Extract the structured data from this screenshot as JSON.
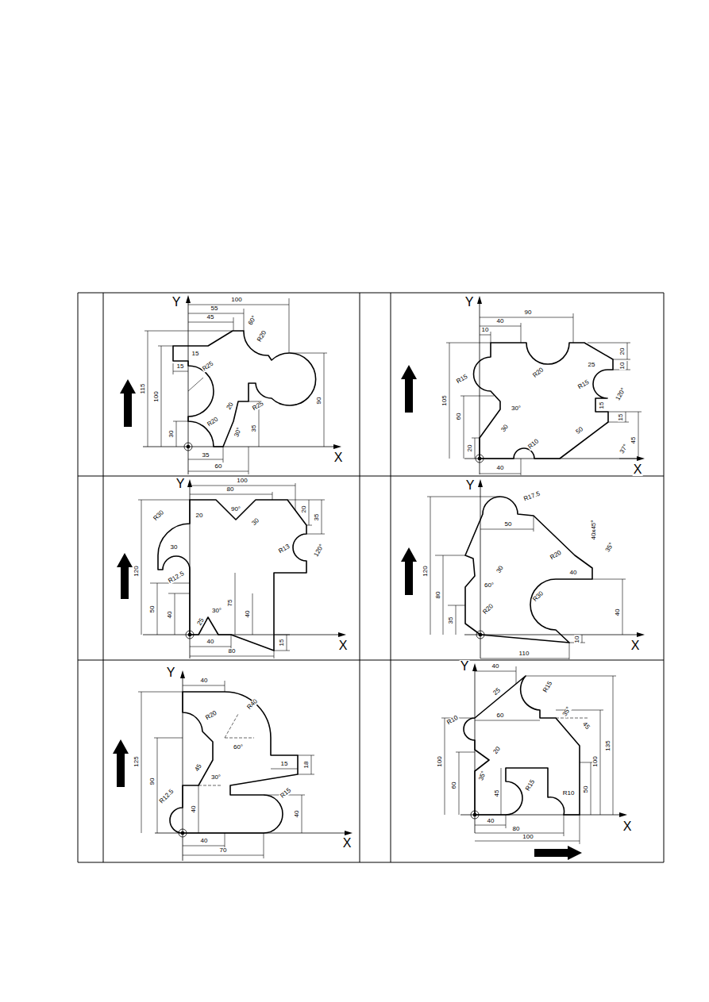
{
  "diagram": {
    "labels": [
      "Y",
      "100",
      "55",
      "45",
      "60°",
      "115",
      "100",
      "15",
      "15",
      "R25",
      "R20",
      "90",
      "20",
      "R25",
      "30°",
      "35",
      "30",
      "R20",
      "35",
      "60",
      "X",
      "Y",
      "90",
      "40",
      "10",
      "105",
      "R20",
      "20",
      "10",
      "R15",
      "25",
      "R15",
      "120°",
      "60",
      "30",
      "30°",
      "15",
      "15",
      "45",
      "20",
      "R10",
      "50",
      "37°",
      "40",
      "X",
      "Y",
      "100",
      "80",
      "90°",
      "20",
      "30",
      "20",
      "35",
      "R30",
      "30",
      "R13",
      "120°",
      "120",
      "R12.5",
      "75",
      "50",
      "40",
      "40",
      "25",
      "30°",
      "15",
      "40",
      "80",
      "X",
      "Y",
      "R17.5",
      "50",
      "40x45°",
      "35°",
      "120",
      "R20",
      "80",
      "60°",
      "30",
      "40",
      "R30",
      "R20",
      "35",
      "40",
      "10",
      "110",
      "X",
      "Y",
      "40",
      "R40",
      "R20",
      "125",
      "90",
      "45",
      "60°",
      "30°",
      "15",
      "18",
      "R12.5",
      "R15",
      "40",
      "40",
      "40",
      "70",
      "X",
      "Y",
      "40",
      "25",
      "R15",
      "R10",
      "60",
      "35°",
      "45",
      "20",
      "35°",
      "100",
      "60",
      "45",
      "R15",
      "R10",
      "135",
      "100",
      "50",
      "40",
      "80",
      "100",
      "X"
    ]
  }
}
